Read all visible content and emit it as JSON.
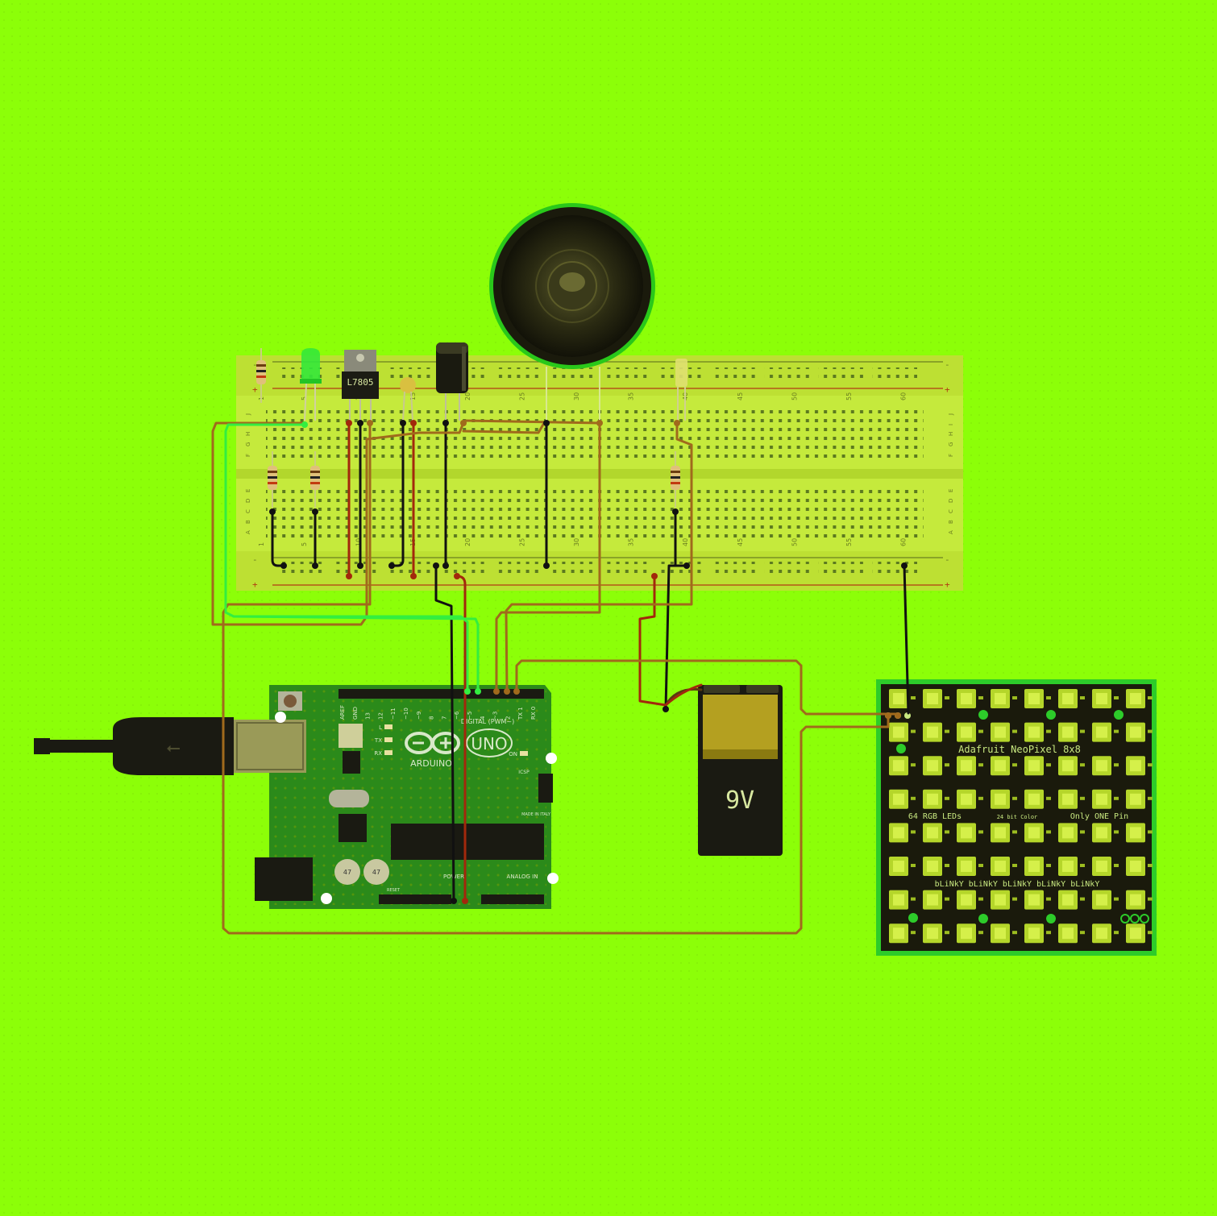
{
  "components": {
    "regulator": {
      "label": "L7805"
    },
    "arduino": {
      "logo_text": "UNO",
      "brand_text": "ARDUINO",
      "digital_header_label": "DIGITAL (PWM~)",
      "analog_header_label": "ANALOG IN",
      "power_header_label": "POWER",
      "pin_labels": [
        "AREF",
        "GND",
        "13",
        "12",
        "~11",
        "~10",
        "~9",
        "8",
        "7",
        "~6",
        "~5",
        "4",
        "~3",
        "2",
        "TX 1",
        "RX 0"
      ],
      "led_labels": [
        "L",
        "TX",
        "RX",
        "ON"
      ],
      "icsp_label": "ICSP",
      "made_in_label": "MADE IN ITALY",
      "reset_label": "RESET",
      "cap_labels": [
        "47",
        "47"
      ]
    },
    "battery": {
      "label": "9V"
    },
    "neopixel": {
      "title": "Adafruit NeoPixel 8x8",
      "subtitle_left": "64 RGB LEDs",
      "subtitle_mid": "24 bit Color",
      "subtitle_right": "Only ONE Pin",
      "footer": "bLiNkY bLiNkY bLiNkY bLiNkY bLiNkY",
      "rows": 8,
      "cols": 8
    },
    "breadboard": {
      "column_numbers": [
        "1",
        "5",
        "10",
        "15",
        "20",
        "25",
        "30",
        "35",
        "40",
        "45",
        "50",
        "55",
        "60"
      ],
      "row_letters_top": [
        "J",
        "I",
        "H",
        "G",
        "F"
      ],
      "row_letters_bottom": [
        "E",
        "D",
        "C",
        "B",
        "A"
      ],
      "rail_minus": "-",
      "rail_plus": "+"
    }
  }
}
